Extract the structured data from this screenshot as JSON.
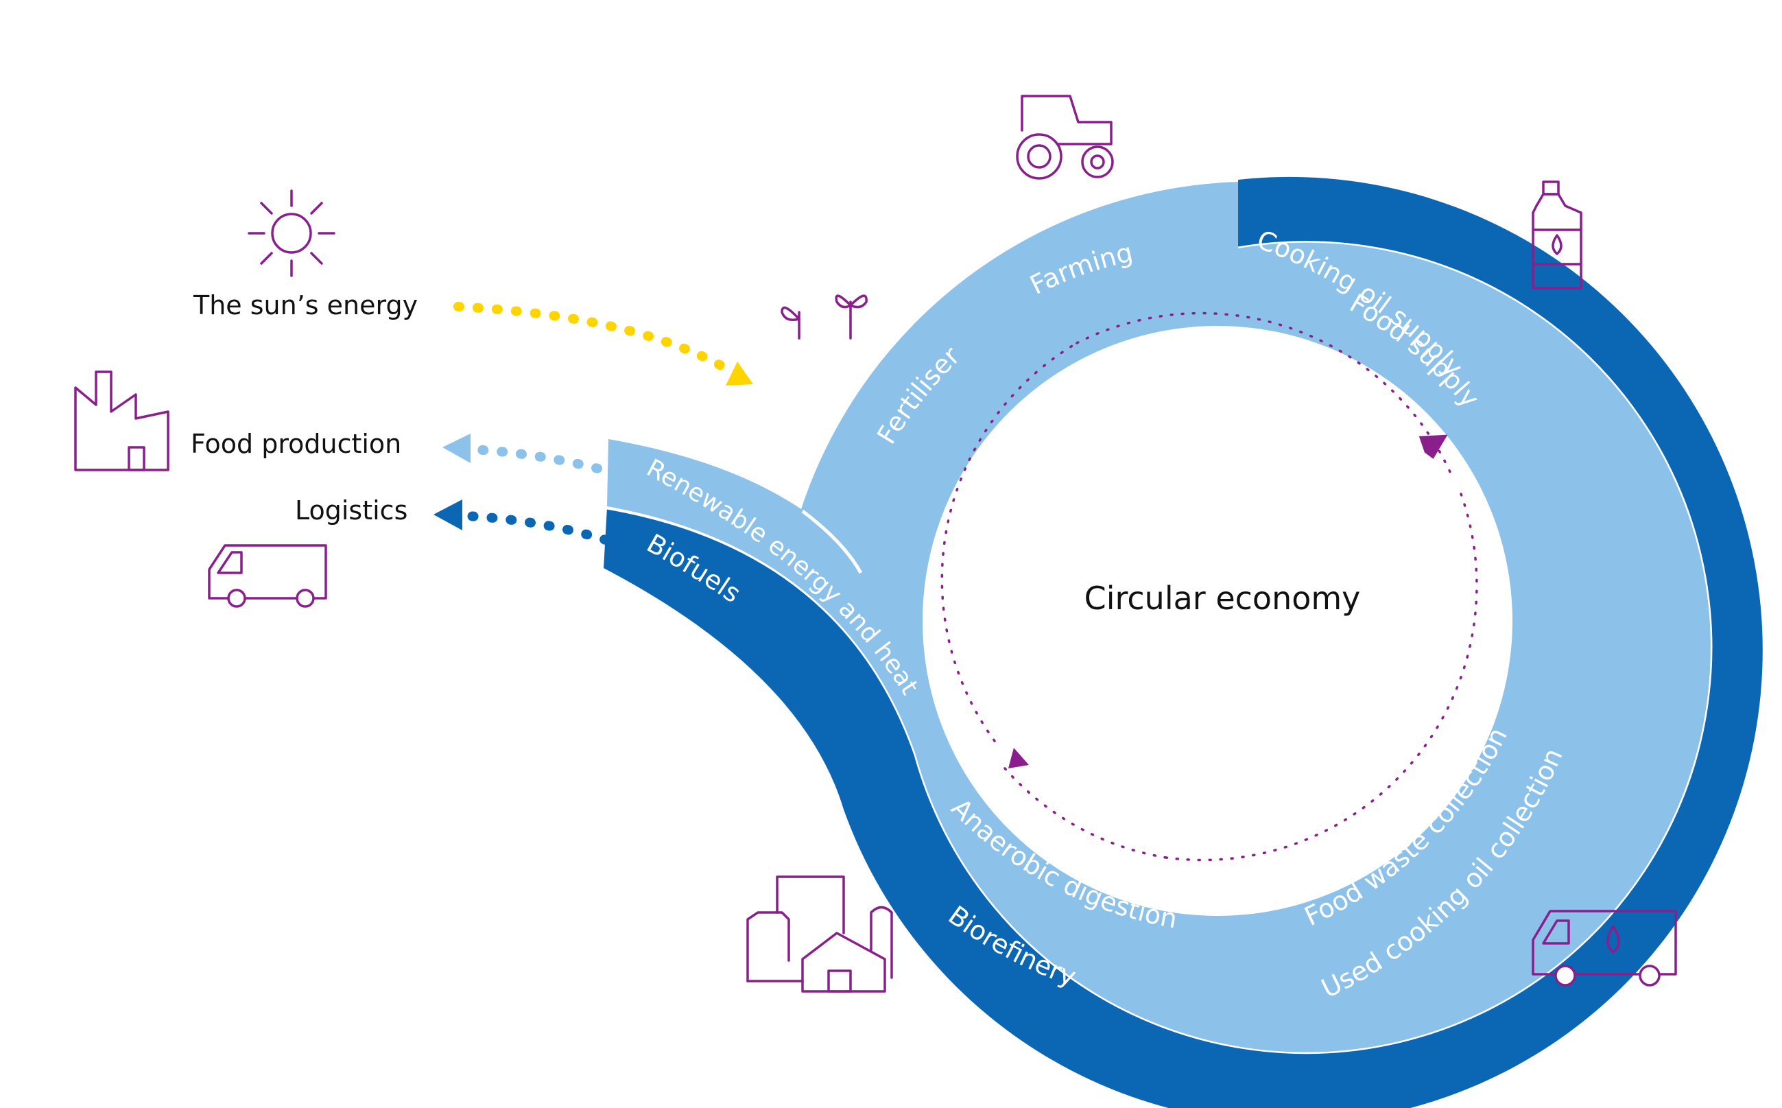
{
  "center_label": "Circular economy",
  "inputs": [
    {
      "label": "The sun’s energy",
      "icon": "sun-icon",
      "arrow_color": "#ffd400"
    },
    {
      "label": "Food production",
      "icon": "factory-icon",
      "arrow_color": "#8cc1ea"
    },
    {
      "label": "Logistics",
      "icon": "van-icon",
      "arrow_color": "#0b67b4"
    }
  ],
  "outer_ring": {
    "color": "#0b67b4",
    "labels": [
      "Cooking oil supply",
      "Used cooking oil collection",
      "Biorefinery",
      "Biofuels"
    ]
  },
  "inner_ring": {
    "color": "#8cc1ea",
    "labels": [
      "Farming",
      "Food supply",
      "Food waste collection",
      "Anaerobic digestion",
      "Renewable energy and heat",
      "Fertiliser"
    ]
  },
  "icons": [
    "tractor-icon",
    "seedling-icon",
    "oil-bottle-icon",
    "oil-tanker-icon",
    "biorefinery-icon"
  ],
  "colors": {
    "icon": "#8a1e8c",
    "inner_loop": "#8a1e8c"
  }
}
